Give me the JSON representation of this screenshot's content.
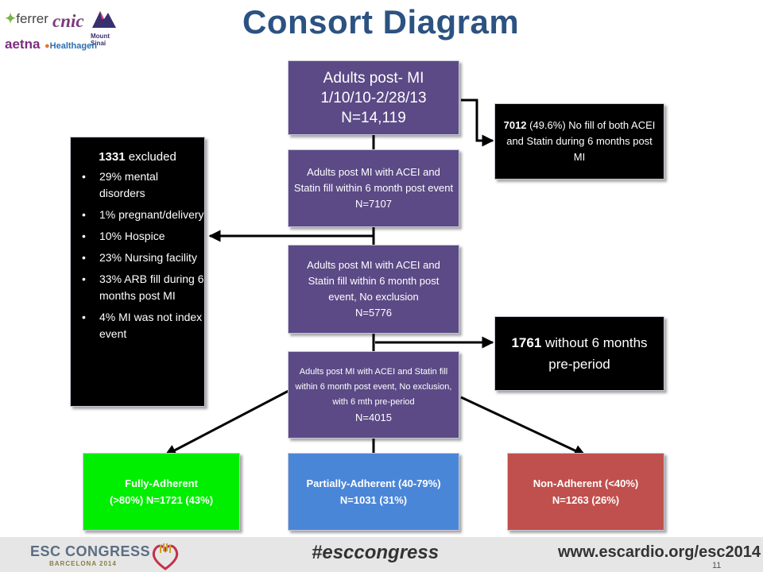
{
  "title": "Consort Diagram",
  "logos": {
    "ferrer": "ferrer",
    "cnic": "cnic",
    "mount_sinai": "Mount Sinai",
    "aetna": "aetna",
    "healthagen": "Healthagen"
  },
  "boxes": {
    "top": {
      "line1": "Adults post- MI",
      "line2": "1/10/10-2/28/13",
      "line3": "N=14,119"
    },
    "no_fill": {
      "count": "7012",
      "text": " (49.6%) No fill of both ACEI and Statin during 6 months post MI"
    },
    "fill": {
      "text": "Adults post MI with ACEI and Statin fill within 6 month post event",
      "n": "N=7107"
    },
    "excluded": {
      "count": "1331",
      "label": " excluded",
      "items": [
        "29% mental disorders",
        "1% pregnant/delivery",
        "10% Hospice",
        "23% Nursing facility",
        "33% ARB fill during 6 months post MI",
        "4% MI was not index event"
      ]
    },
    "no_exclusion": {
      "text": "Adults post MI with ACEI and Statin fill within 6 month post event, No exclusion",
      "n": "N=5776"
    },
    "without_pre": {
      "count": "1761",
      "text": " without 6 months pre-period"
    },
    "final": {
      "text": "Adults post MI with ACEI and Statin fill within 6 month post event, No exclusion, with 6 mth pre-period",
      "n": "N=4015"
    },
    "fully": {
      "line1": "Fully-Adherent",
      "line2": "(>80%) N=1721 (43%)"
    },
    "partially": {
      "text": "Partially-Adherent (40-79%) N=1031 (31%)"
    },
    "non": {
      "text": "Non-Adherent (<40%) N=1263 (26%)"
    }
  },
  "footer": {
    "congress": "ESC CONGRESS",
    "city": "BARCELONA 2014",
    "hashtag": "#esccongress",
    "url": "www.escardio.org/esc2014",
    "page": "11"
  },
  "colors": {
    "title": "#2b5281",
    "purple": "#5b4a86",
    "black": "#000000",
    "fully_green": "#00ee00",
    "partial_blue": "#4a86d8",
    "non_red": "#c0504d"
  }
}
